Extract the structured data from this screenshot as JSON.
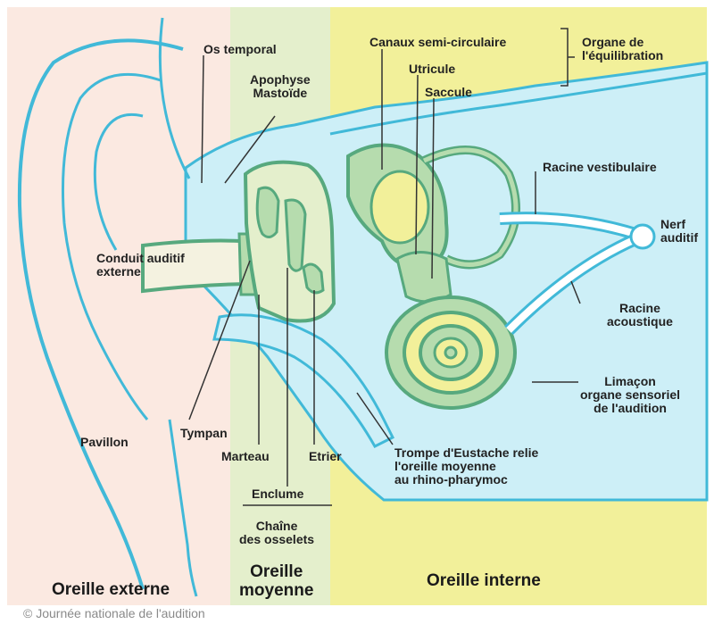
{
  "labels": {
    "os_temporal": "Os temporal",
    "apophyse": "Apophyse\nMastoïde",
    "canaux": "Canaux semi-circulaire",
    "organe_equilibration": "Organe de\nl'équilibration",
    "utricule": "Utricule",
    "saccule": "Saccule",
    "racine_vestibulaire": "Racine vestibulaire",
    "nerf_auditif": "Nerf\nauditif",
    "conduit_auditif": "Conduit auditif\nexterne",
    "racine_acoustique": "Racine\nacoustique",
    "limacon": "Limaçon\norgane sensoriel\nde l'audition",
    "tympan": "Tympan",
    "pavillon": "Pavillon",
    "marteau": "Marteau",
    "etrier": "Etrier",
    "enclume": "Enclume",
    "chaine_osselets": "Chaîne\ndes osselets",
    "trompe": "Trompe d'Eustache relie\nl'oreille moyenne\nau rhino-pharymoc"
  },
  "zones": {
    "externe": "Oreille externe",
    "moyenne": "Oreille\nmoyenne",
    "interne": "Oreille interne"
  },
  "credit": "© Journée nationale de l'audition",
  "colors": {
    "outer_zone": "#fbe9e1",
    "middle_zone": "#e4efcc",
    "inner_zone": "#f2f09a",
    "fluid": "#cdeff7",
    "outline": "#41b9d8",
    "structure": "#57a97e",
    "structure_fill": "#b6dcae"
  }
}
